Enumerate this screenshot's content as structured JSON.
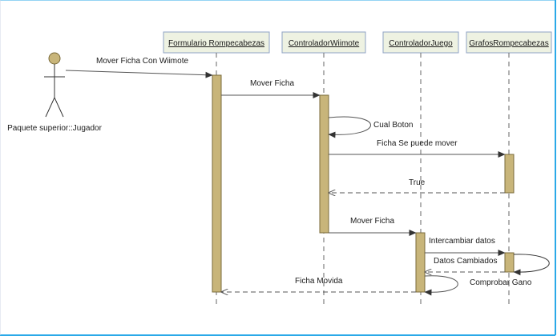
{
  "actor": {
    "label": "Paquete superior::Jugador"
  },
  "lifelines": [
    {
      "id": "formulario",
      "label": "Formulario Rompecabezas"
    },
    {
      "id": "wiimote",
      "label": "ControladorWiimote"
    },
    {
      "id": "juego",
      "label": "ControladorJuego"
    },
    {
      "id": "grafos",
      "label": "GrafosRompecabezas"
    }
  ],
  "messages": [
    {
      "id": "m1",
      "label": "Mover Ficha Con Wiimote",
      "kind": "sync"
    },
    {
      "id": "m2",
      "label": "Mover Ficha",
      "kind": "sync"
    },
    {
      "id": "m3",
      "label": "Cual Boton",
      "kind": "self"
    },
    {
      "id": "m4",
      "label": "Ficha Se puede mover",
      "kind": "sync"
    },
    {
      "id": "m5",
      "label": "True",
      "kind": "return"
    },
    {
      "id": "m6",
      "label": "Mover Ficha",
      "kind": "sync"
    },
    {
      "id": "m7",
      "label": "Intercambiar datos",
      "kind": "sync"
    },
    {
      "id": "m8",
      "label": "Datos Cambiados",
      "kind": "return"
    },
    {
      "id": "m9",
      "label": "Comprobar Gano",
      "kind": "self"
    },
    {
      "id": "m10",
      "label": "Ficha Movida",
      "kind": "return"
    }
  ],
  "colors": {
    "header_fill": "#eef2e2",
    "header_border": "#8fa3c4",
    "activation_fill": "#c8b57a",
    "activation_border": "#7a6a3a",
    "line": "#555555",
    "frame_border": "#2aa9e8",
    "actor_head": "#c8b57a"
  }
}
